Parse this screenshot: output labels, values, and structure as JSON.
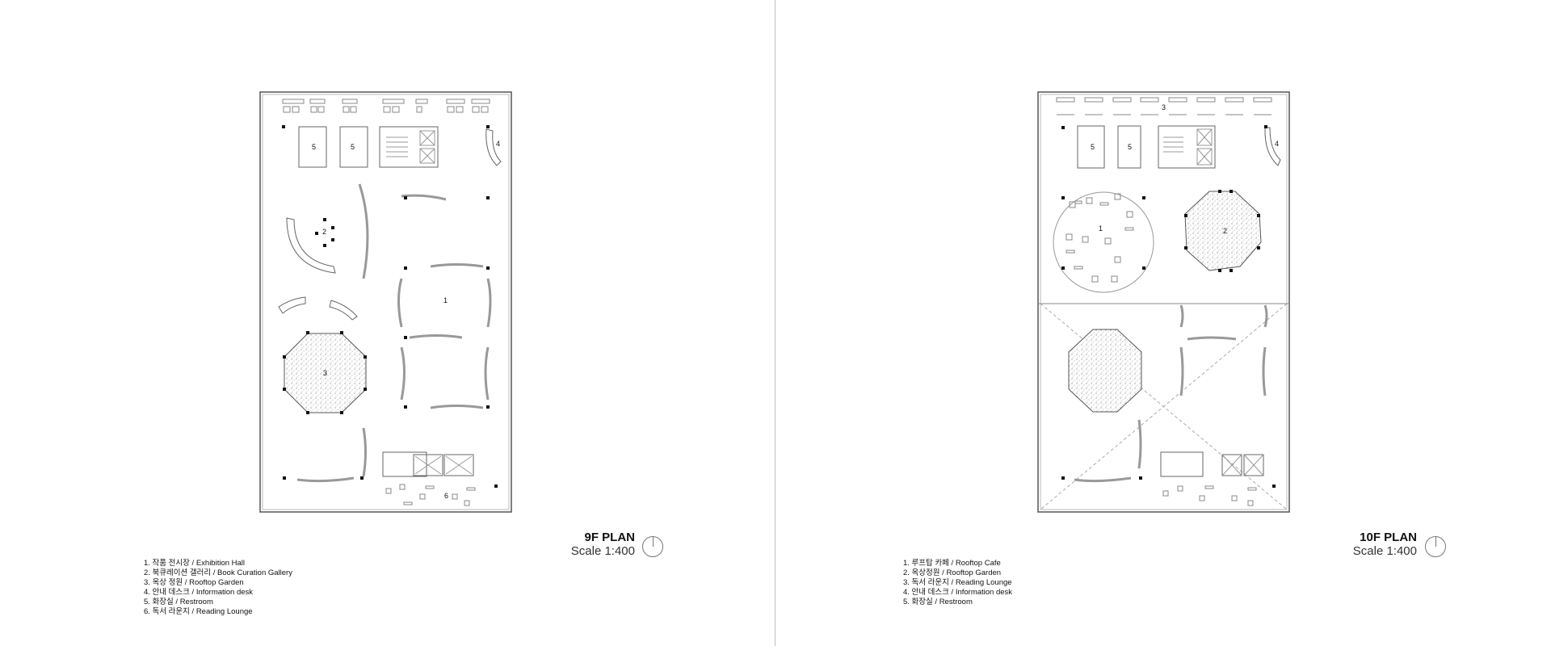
{
  "plan_9f": {
    "title": "9F PLAN",
    "scale": "Scale 1:400",
    "legend": [
      "1. 작품 전시장 / Exhibition Hall",
      "2. 북큐레이션 갤러리 / Book Curation Gallery",
      "3. 옥상 정원 / Rooftop Garden",
      "4. 안내 데스크 / Information desk",
      "5. 화장실 / Restroom",
      "6. 독서 라운지 / Reading Lounge"
    ],
    "labels": {
      "n1": "1",
      "n2": "2",
      "n3": "3",
      "n4": "4",
      "n5a": "5",
      "n5b": "5",
      "n6": "6"
    }
  },
  "plan_10f": {
    "title": "10F PLAN",
    "scale": "Scale 1:400",
    "legend": [
      "1. 루프탑 카페 / Rooftop Cafe",
      "2. 옥상정원 / Rooftop Garden",
      "3. 독서 라운지 / Reading Lounge",
      "4. 안내 데스크 / Information desk",
      "5. 화장실 / Restroom"
    ],
    "labels": {
      "n1": "1",
      "n2": "2",
      "n3": "3",
      "n4": "4",
      "n5a": "5",
      "n5b": "5"
    }
  }
}
